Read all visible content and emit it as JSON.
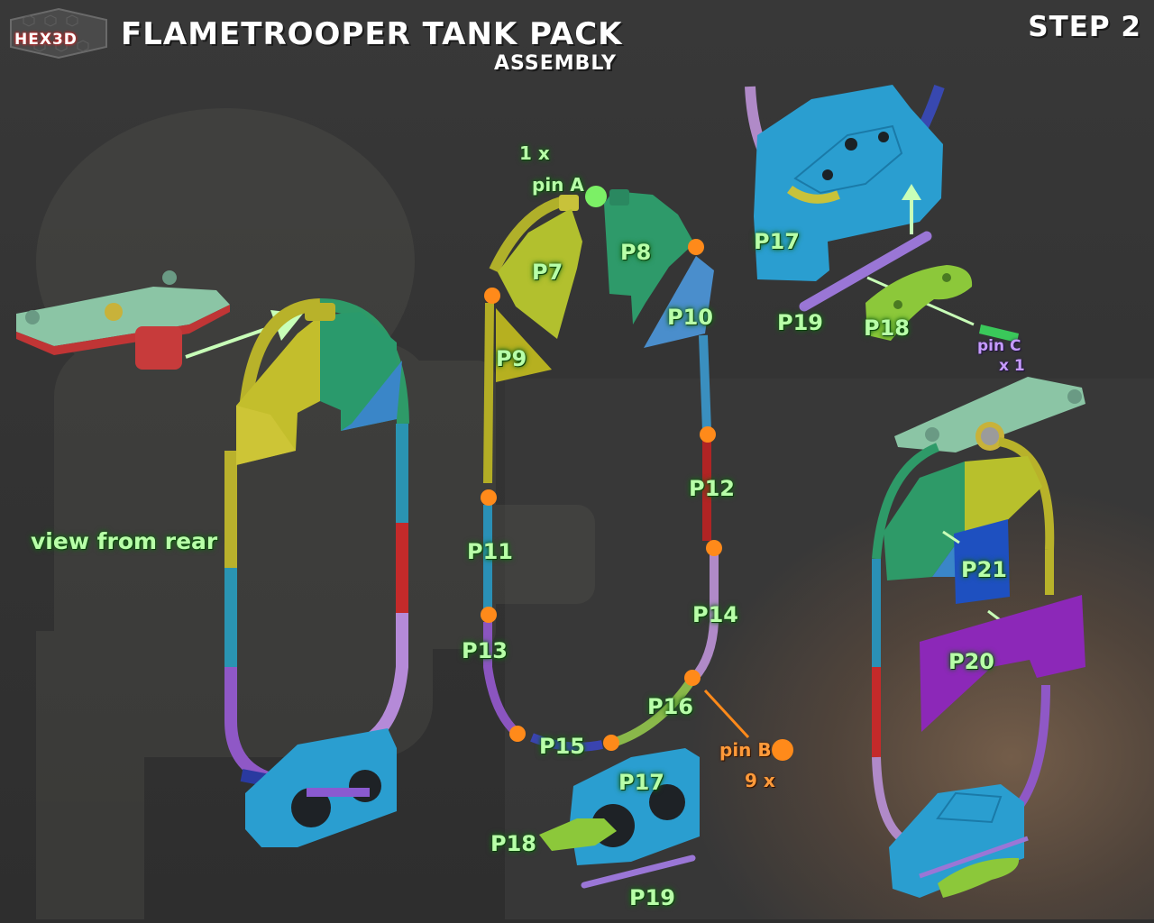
{
  "header": {
    "logo_text": "HEX3D",
    "title": "FLAMETROOPER TANK PACK",
    "subtitle": "ASSEMBLY",
    "step": "STEP 2"
  },
  "annotations": {
    "view_from_rear": "view from rear",
    "pin_a": "pin A",
    "pin_a_qty": "1 x",
    "pin_b": "pin B",
    "pin_b_qty": "9 x",
    "pin_c": "pin C",
    "pin_c_qty": "x 1"
  },
  "parts": {
    "p7": "P7",
    "p8": "P8",
    "p9": "P9",
    "p10": "P10",
    "p11": "P11",
    "p12": "P12",
    "p13": "P13",
    "p14": "P14",
    "p15": "P15",
    "p16": "P16",
    "p17": "P17",
    "p18": "P18",
    "p19": "P19",
    "p20": "P20",
    "p21": "P21"
  },
  "colors": {
    "label_glow": "#b8ffa8",
    "pin_a": "#7cf066",
    "pin_b": "#ff8c1a",
    "pin_c": "#c79bff",
    "yellow_part": "#c6c12a",
    "green_part": "#2fa36a",
    "blue_part": "#3c8fd0",
    "red_part": "#c42a2a",
    "violet_part": "#8e5ac8",
    "teal_part": "#2a8fb4",
    "lime_part": "#8fd23a",
    "bracket_blue": "#2ea0d2",
    "purple_plate": "#8c28b8",
    "navy_plate": "#1e50c0"
  }
}
